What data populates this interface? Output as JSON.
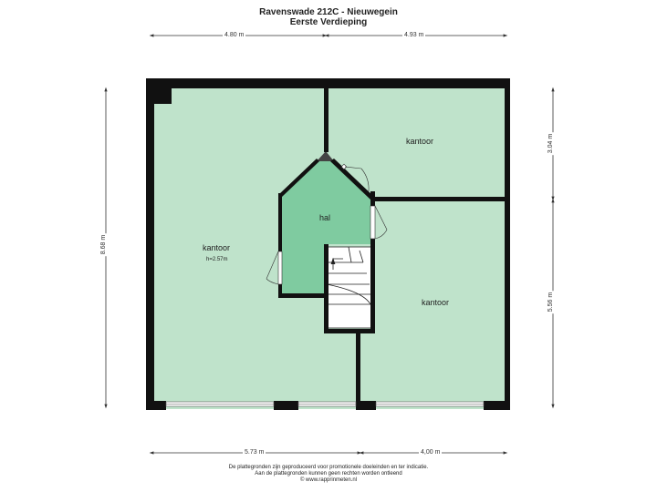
{
  "header": {
    "title": "Ravenswade 212C - Nieuwegein",
    "subtitle": "Eerste Verdieping"
  },
  "dimensions": {
    "top_left": "4.80 m",
    "top_right": "4.93 m",
    "bottom_left": "5.73 m",
    "bottom_right": "4,00 m",
    "left": "8.68 m",
    "right_top": "3.04 m",
    "right_bottom": "5.56 m"
  },
  "rooms": {
    "kantoor_left": {
      "label": "kantoor",
      "height": "h=2.57m"
    },
    "kantoor_top_right": {
      "label": "kantoor"
    },
    "kantoor_bottom_right": {
      "label": "kantoor"
    },
    "hal": {
      "label": "hal"
    }
  },
  "colors": {
    "room_fill": "#bfe3cb",
    "hall_fill": "#7fcba0",
    "wall": "#111111",
    "stairs": "#ffffff"
  },
  "footer": {
    "line1": "De plattegronden zijn geproduceerd voor promotionele doeleinden en ter indicatie.",
    "line2": "Aan de plattegronden kunnen geen rechten worden ontleend",
    "line3": "© www.rapprinmeten.nl"
  }
}
